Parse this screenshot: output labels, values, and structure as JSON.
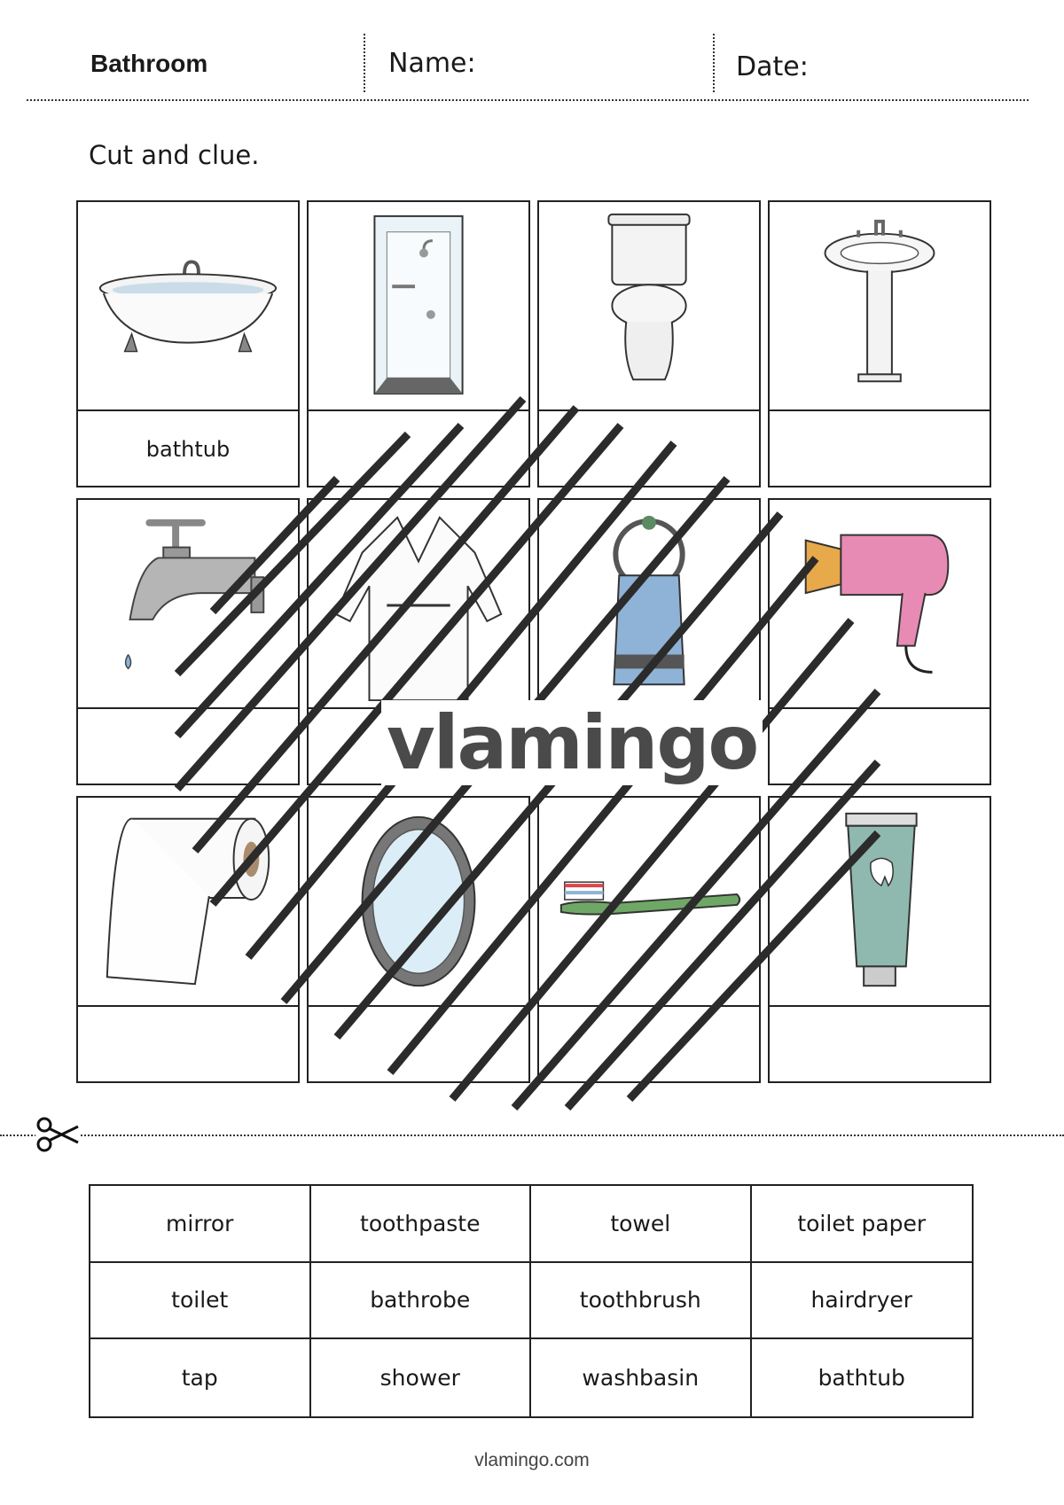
{
  "header": {
    "title": "Bathroom",
    "name_label": "Name:",
    "date_label": "Date:"
  },
  "instruction": "Cut and clue.",
  "cards": [
    {
      "item": "bathtub-picture",
      "label": "bathtub"
    },
    {
      "item": "shower-picture",
      "label": ""
    },
    {
      "item": "toilet-picture",
      "label": ""
    },
    {
      "item": "washbasin-picture",
      "label": ""
    },
    {
      "item": "tap-picture",
      "label": ""
    },
    {
      "item": "bathrobe-picture",
      "label": ""
    },
    {
      "item": "towel-picture",
      "label": ""
    },
    {
      "item": "hairdryer-picture",
      "label": ""
    },
    {
      "item": "toilet-paper-picture",
      "label": ""
    },
    {
      "item": "mirror-picture",
      "label": ""
    },
    {
      "item": "toothbrush-picture",
      "label": ""
    },
    {
      "item": "toothpaste-picture",
      "label": ""
    }
  ],
  "watermark": "vlamingo",
  "cut_icon": "scissors-icon",
  "word_bank": [
    "mirror",
    "toothpaste",
    "towel",
    "toilet paper",
    "toilet",
    "bathrobe",
    "toothbrush",
    "hairdryer",
    "tap",
    "shower",
    "washbasin",
    "bathtub"
  ],
  "footer": "vlamingo.com",
  "colors": {
    "ink": "#1a1a1a",
    "watermark": "#4a4a4a",
    "hairdryer": "#e88bb4",
    "towel": "#8fb3d6",
    "toothpaste": "#8fb8ae"
  }
}
